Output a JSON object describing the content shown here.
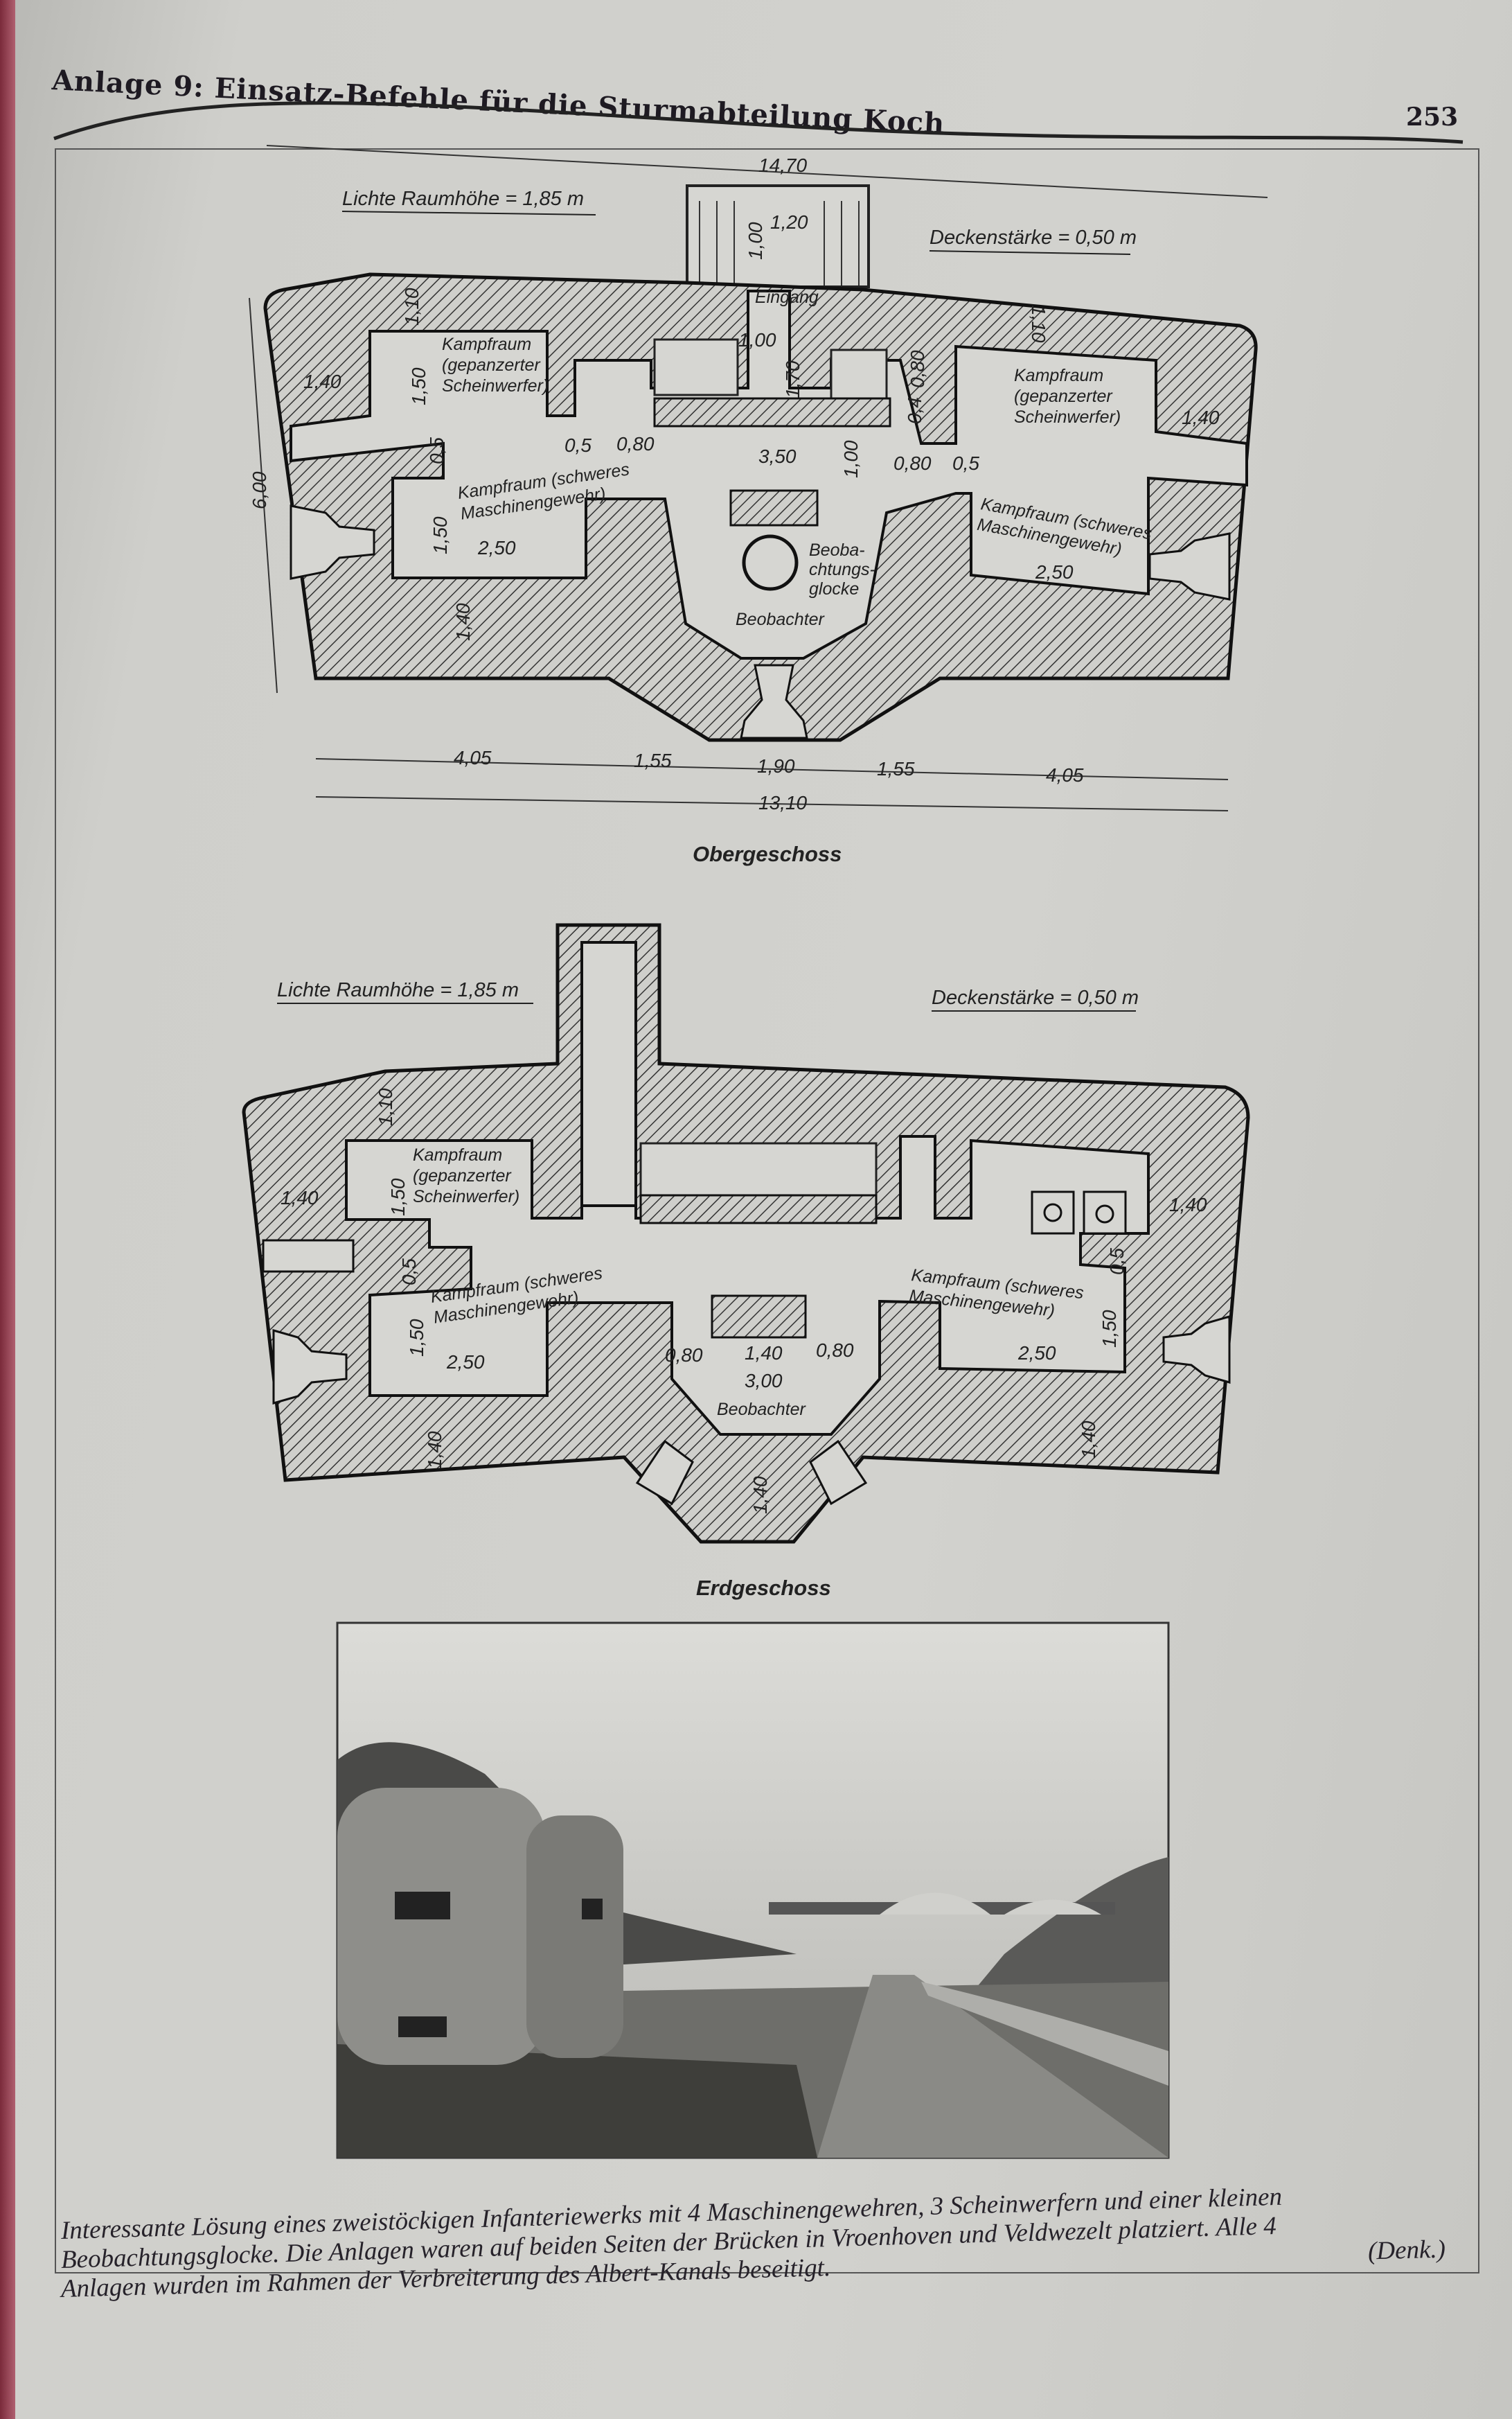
{
  "header": {
    "title": "Anlage 9: Einsatz-Befehle für die Sturmabteilung Koch",
    "page_number": "253"
  },
  "upper_plan": {
    "title": "Obergeschoss",
    "note_height": "Lichte Raumhöhe = 1,85 m",
    "note_ceiling": "Deckenstärke = 0,50 m",
    "labels": {
      "entrance": "Eingang",
      "searchlight_room": [
        "Kampfraum",
        "(gepanzerter",
        "Scheinwerfer)"
      ],
      "mg_room": [
        "Kampfraum (schweres",
        "Maschinengewehr)"
      ],
      "bell": [
        "Beoba-",
        "chtungs-",
        "glocke"
      ],
      "observer": "Beobachter"
    },
    "dims": [
      "14,70",
      "1,20",
      "1,00",
      "1,10",
      "1,40",
      "1,50",
      "1,00",
      "1,70",
      "0,80",
      "0,4",
      "1,10",
      "1,40",
      "0,5",
      "0,80",
      "3,50",
      "1,00",
      "0,80",
      "0,5",
      "0,5",
      "6,00",
      "1,50",
      "2,50",
      "2,50",
      "1,40",
      "4,05",
      "1,55",
      "1,90",
      "1,55",
      "4,05",
      "13,10"
    ]
  },
  "lower_plan": {
    "title": "Erdgeschoss",
    "note_height": "Lichte Raumhöhe = 1,85 m",
    "note_ceiling": "Deckenstärke = 0,50 m",
    "labels": {
      "searchlight_room": [
        "Kampfraum",
        "(gepanzerter",
        "Scheinwerfer)"
      ],
      "mg_room": [
        "Kampfraum (schweres",
        "Maschinengewehr)"
      ],
      "observer": "Beobachter"
    },
    "dims": [
      "1,10",
      "1,40",
      "1,50",
      "0,5",
      "1,50",
      "2,50",
      "1,40",
      "0,80",
      "1,40",
      "0,80",
      "3,00",
      "1,40",
      "1,40",
      "0,5",
      "2,50",
      "1,50",
      "1,40"
    ]
  },
  "caption": {
    "lines": [
      "Interessante Lösung eines zweistöckigen Infanteriewerks mit 4 Maschinengewehren, 3 Scheinwerfern und einer kleinen",
      "Beobachtungsglocke. Die Anlagen waren auf beiden Seiten der Brücken in Vroenhoven und Veldwezelt platziert. Alle 4",
      "Anlagen wurden im Rahmen der Verbreiterung des Albert-Kanals beseitigt."
    ],
    "credit": "(Denk.)"
  }
}
